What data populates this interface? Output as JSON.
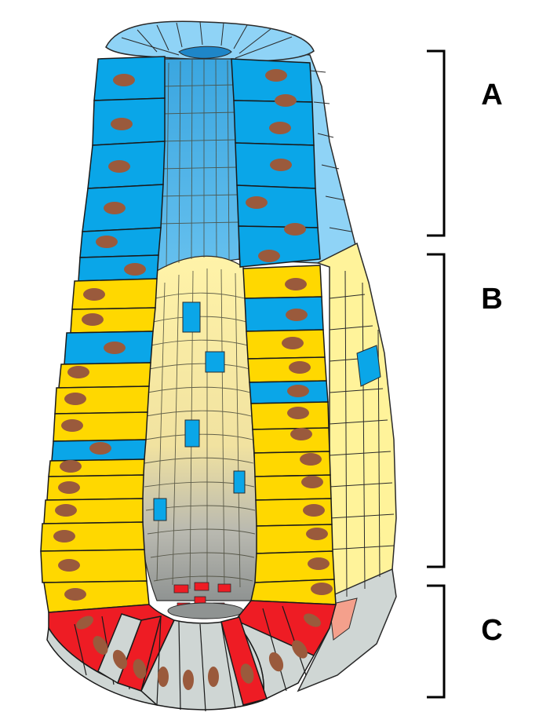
{
  "labels": {
    "a": "A",
    "b": "B",
    "c": "C"
  },
  "colors": {
    "blue_cell": "#0aa6e8",
    "blue_outer": "#8fd3f6",
    "yellow_cell": "#ffd800",
    "yellow_outer": "#fff39a",
    "red_cell": "#ee1c24",
    "gray_cell": "#cfd6d4",
    "nucleus": "#9a5a3c",
    "salmon": "#f4a08c"
  }
}
